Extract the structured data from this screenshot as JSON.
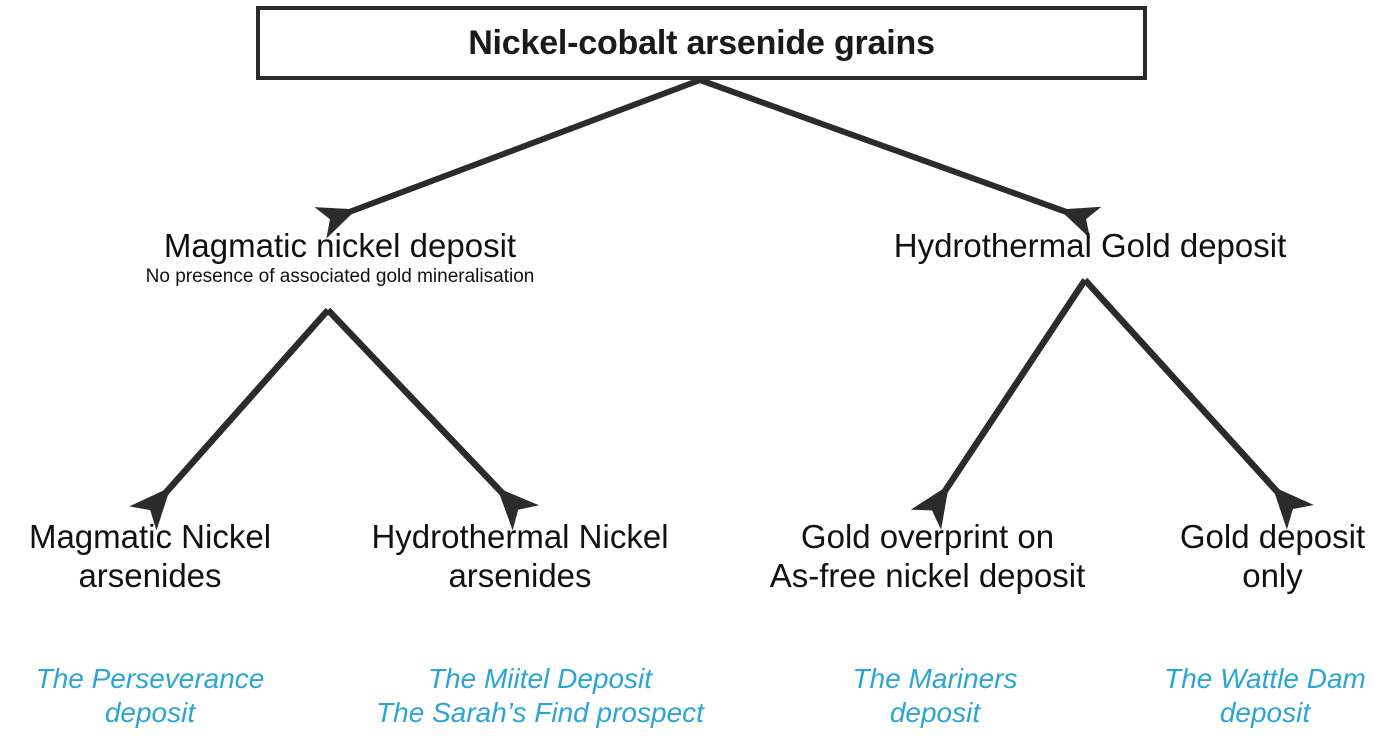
{
  "diagram": {
    "title": "Nickel-cobalt arsenide grains classification flowchart",
    "accent_color": "#2ba6d4",
    "line_color": "#2b2b2b",
    "text_color": "#111111"
  },
  "root": {
    "label": "Nickel-cobalt arsenide grains"
  },
  "branches": [
    {
      "id": "magmatic-nickel-deposit",
      "title": "Magmatic nickel deposit",
      "subtitle": "No presence of associated gold mineralisation"
    },
    {
      "id": "hydrothermal-gold-deposit",
      "title": "Hydrothermal Gold deposit",
      "subtitle": ""
    }
  ],
  "leaves": [
    {
      "id": "magmatic-nickel-arsenides",
      "label": "Magmatic Nickel arsenides",
      "line1": "Magmatic Nickel",
      "line2": "arsenides",
      "examples": [
        "The Perseverance deposit"
      ],
      "examples_lines": [
        "The Perseverance",
        "deposit"
      ]
    },
    {
      "id": "hydrothermal-nickel-arsenides",
      "label": "Hydrothermal Nickel arsenides",
      "line1": "Hydrothermal Nickel",
      "line2": "arsenides",
      "examples": [
        "The Miitel Deposit",
        "The Sarah’s Find prospect"
      ],
      "examples_lines": [
        "The Miitel Deposit",
        "The Sarah’s Find prospect"
      ]
    },
    {
      "id": "gold-overprint-on-as-free-nickel-deposit",
      "label": "Gold overprint on As-free nickel deposit",
      "line1": "Gold overprint on",
      "line2": "As-free nickel deposit",
      "examples": [
        "The Mariners deposit"
      ],
      "examples_lines": [
        "The Mariners",
        "deposit"
      ]
    },
    {
      "id": "gold-deposit-only",
      "label": "Gold deposit only",
      "line1": "Gold deposit",
      "line2": "only",
      "examples": [
        "The Wattle Dam deposit"
      ],
      "examples_lines": [
        "The Wattle Dam",
        "deposit"
      ]
    }
  ]
}
